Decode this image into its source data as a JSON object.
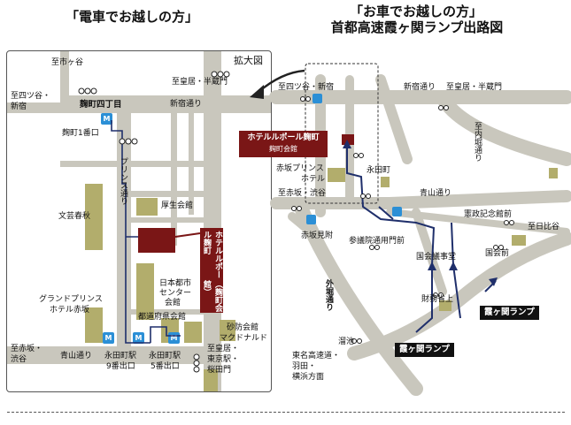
{
  "headers": {
    "train": "「電車でお越しの方」",
    "car_line1": "「お車でお越しの方」",
    "car_line2": "首都高速霞ヶ関ランプ出路図"
  },
  "left_map": {
    "zoom_label": "拡大図",
    "labels": {
      "shi_ichigaya": "至市ヶ谷",
      "shi_kokyo": "至皇居・半蔵門",
      "shi_yotsuya_l1": "至四ツ谷・",
      "shi_yotsuya_l2": "新宿",
      "kojimachi4": "麹町四丁目",
      "shinjuku_dori": "新宿通り",
      "kojimachi1_exit": "麹町1番口",
      "prince_dori": "プリンス通り",
      "bungei": "文芸春秋",
      "kosei": "厚生会館",
      "hotel_vertical": "ホテルルポール麹町",
      "hotel_vertical_sub": "（麹町会館）",
      "nihon_toshi_l1": "日本都市",
      "nihon_toshi_l2": "センター",
      "nihon_toshi_l3": "会館",
      "grand_prince_l1": "グランドプリンス",
      "grand_prince_l2": "ホテル赤坂",
      "dohuken": "都道府県会館",
      "sabo": "砂防会館",
      "mcd": "マクドナルド",
      "shi_akasaka_l1": "至赤坂・",
      "shi_akasaka_l2": "渋谷",
      "aoyama": "青山通り",
      "nagata9_l1": "永田町駅",
      "nagata9_l2": "9番出口",
      "nagata5_l1": "永田町駅",
      "nagata5_l2": "5番出口",
      "shi_tokyo_l1": "至皇居・",
      "shi_tokyo_l2": "東京駅・",
      "shi_tokyo_l3": "桜田門"
    }
  },
  "right_map": {
    "labels": {
      "shi_yotsuya": "至四ツ谷・新宿",
      "shinjuku_dori": "新宿通り",
      "shi_kokyo": "至皇居・半蔵門",
      "uchibori": "至内堀通り",
      "hotel_l1": "ホテルルポール麹町",
      "hotel_l2": "麹町会館",
      "akasaka_prince_l1": "赤坂プリンス",
      "akasaka_prince_l2": "ホテル",
      "nagatacho": "永田町",
      "shi_akasaka": "至赤坂・渋谷",
      "aoyama": "青山通り",
      "kensei": "憲政記念館前",
      "akasaka_mitsuke": "赤坂見附",
      "sangiin": "参議院通用門前",
      "shi_hibiya": "至日比谷",
      "kokkai_gijido": "国会議事堂",
      "kokkai_mae": "国会前",
      "sotobori": "外堀通り",
      "zaimusho": "財務省上",
      "kasumi_ramp1": "霞ヶ関ランプ",
      "tameike": "溜池",
      "kasumi_ramp2": "霞ヶ関ランプ",
      "shi_tomei_l1": "東名高速道・",
      "shi_tomei_l2": "羽田・",
      "shi_tomei_l3": "横浜方面"
    }
  },
  "colors": {
    "road": "#c9c7bd",
    "building": "#b2ad6c",
    "hotel": "#7a1616",
    "subway": "#2b8fd6"
  }
}
